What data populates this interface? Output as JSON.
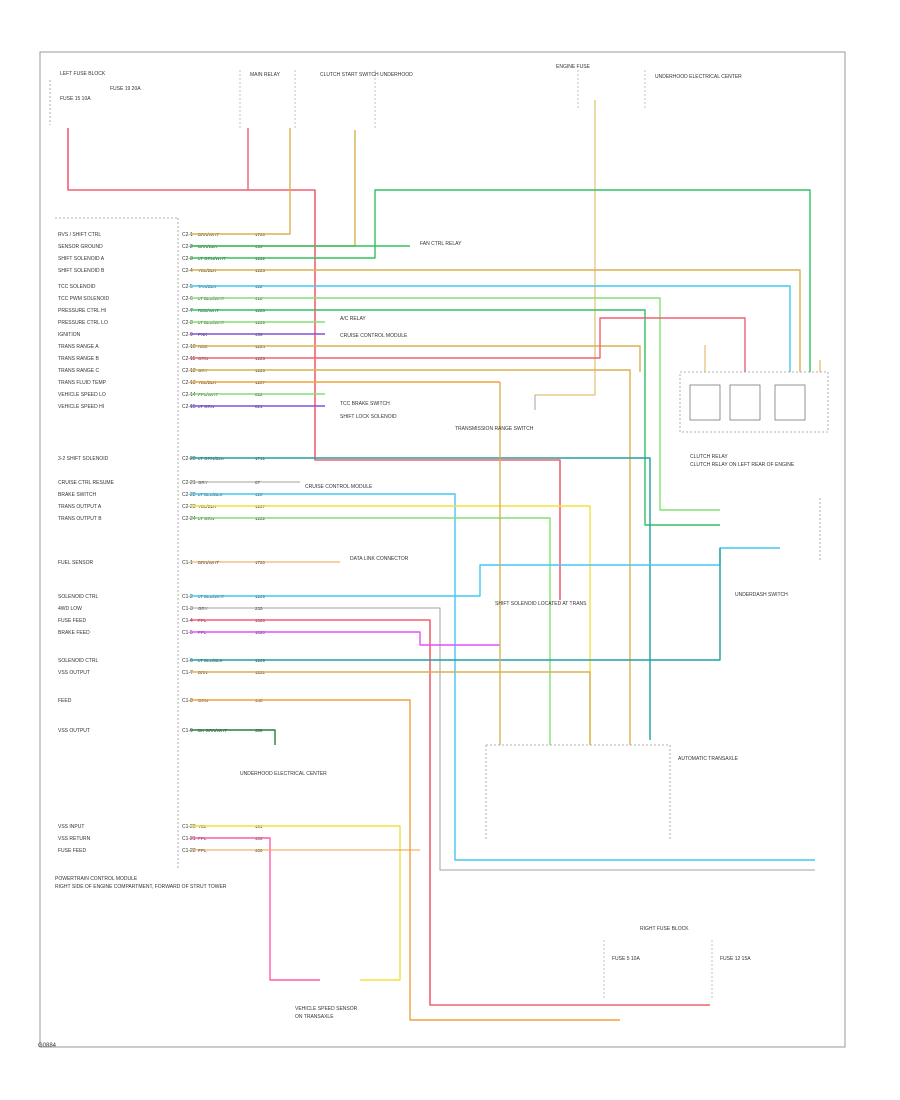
{
  "pcm": {
    "pins": [
      {
        "pin": "C2-1",
        "label": "RVS / SHIFT CTRL",
        "wire": "BRN/WHT",
        "circuit": "1720"
      },
      {
        "pin": "C2-2",
        "label": "SENSOR GROUND",
        "wire": "BRN/BLK",
        "circuit": "459"
      },
      {
        "pin": "C2-3",
        "label": "SHIFT SOLENOID A",
        "wire": "LT GRN/WHT",
        "circuit": "1222"
      },
      {
        "pin": "C2-4",
        "label": "SHIFT SOLENOID B",
        "wire": "YEL/BLK",
        "circuit": "1223"
      },
      {
        "pin": "C2-5",
        "label": "TCC SOLENOID",
        "wire": "TAN/BLK",
        "circuit": "422"
      },
      {
        "pin": "C2-6",
        "label": "TCC PWM SOLENOID",
        "wire": "LT BLU/WHT",
        "circuit": "418"
      },
      {
        "pin": "C2-7",
        "label": "PRESSURE CTRL HI",
        "wire": "RED/WHT",
        "circuit": "1228"
      },
      {
        "pin": "C2-8",
        "label": "PRESSURE CTRL LO",
        "wire": "LT BLU/WHT",
        "circuit": "1229"
      },
      {
        "pin": "C2-9",
        "label": "IGNITION",
        "wire": "PNK",
        "circuit": "439"
      },
      {
        "pin": "C2-10",
        "label": "TRANS RANGE A",
        "wire": "RED",
        "circuit": "1224"
      },
      {
        "pin": "C2-11",
        "label": "TRANS RANGE B",
        "wire": "ORN",
        "circuit": "1225"
      },
      {
        "pin": "C2-12",
        "label": "TRANS RANGE C",
        "wire": "GRY",
        "circuit": "1226"
      },
      {
        "pin": "C2-13",
        "label": "TRANS FLUID TEMP",
        "wire": "YEL/BLK",
        "circuit": "1227"
      },
      {
        "pin": "C2-14",
        "label": "VEHICLE SPEED LO",
        "wire": "PPL/WHT",
        "circuit": "822"
      },
      {
        "pin": "C2-15",
        "label": "VEHICLE SPEED HI",
        "wire": "LT GRN",
        "circuit": "821"
      }
    ],
    "group2": [
      {
        "pin": "C2-20",
        "label": "3-2 SHIFT SOLENOID",
        "wire": "LT GRN/BLK",
        "circuit": "1741"
      },
      {
        "pin": "C2-21",
        "label": "CRUISE CTRL RESUME",
        "wire": "GRY",
        "circuit": "87"
      },
      {
        "pin": "C2-22",
        "label": "BRAKE SWITCH",
        "wire": "LT BLU/BLK",
        "circuit": "420"
      },
      {
        "pin": "C2-23",
        "label": "TRANS OUTPUT A",
        "wire": "YEL/BLK",
        "circuit": "1227"
      },
      {
        "pin": "C2-24",
        "label": "TRANS OUTPUT B",
        "wire": "LT GRN",
        "circuit": "1222"
      }
    ],
    "group3": [
      {
        "pin": "C1-1",
        "label": "FUEL SENSOR",
        "wire": "BRN/WHT",
        "circuit": "1720"
      },
      {
        "pin": "C1-2",
        "label": "SOLENOID CTRL",
        "wire": "LT BLU/WHT",
        "circuit": "1229"
      },
      {
        "pin": "C1-3",
        "label": "4WD LOW",
        "wire": "GRY",
        "circuit": "235"
      },
      {
        "pin": "C1-4",
        "label": "FUSE FEED",
        "wire": "PPL",
        "circuit": "1020"
      },
      {
        "pin": "C1-5",
        "label": "BRAKE FEED",
        "wire": "PPL",
        "circuit": "1020"
      },
      {
        "pin": "C1-6",
        "label": "SOLENOID CTRL",
        "wire": "LT BLU/BLK",
        "circuit": "1229"
      },
      {
        "pin": "C1-7",
        "label": "VSS OUTPUT",
        "wire": "BRN",
        "circuit": "1221"
      },
      {
        "pin": "C1-8",
        "label": "FEED",
        "wire": "ORN",
        "circuit": "440"
      },
      {
        "pin": "C1-9",
        "label": "VSS OUTPUT",
        "wire": "DK GRN/WHT",
        "circuit": "389"
      }
    ],
    "group4": [
      {
        "pin": "C1-20",
        "label": "VSS INPUT",
        "wire": "YEL",
        "circuit": "401"
      },
      {
        "pin": "C1-21",
        "label": "VSS RETURN",
        "wire": "PPL",
        "circuit": "400"
      },
      {
        "pin": "C1-22",
        "label": "FUSE FEED",
        "wire": "PPL",
        "circuit": "400"
      }
    ],
    "box_title": "POWERTRAIN CONTROL MODULE",
    "box_note": "RIGHT SIDE OF ENGINE COMPARTMENT, FORWARD OF STRUT TOWER"
  },
  "top_labels": {
    "fuse_block_left": "LEFT FUSE BLOCK",
    "fuse_left_a": "FUSE 15 10A",
    "fuse_left_b": "FUSE 19 20A",
    "main_relay": "MAIN RELAY",
    "clutch_switch": "CLUTCH START SWITCH",
    "underhood": "UNDERHOOD",
    "engine_fuse": "ENGINE FUSE",
    "underhood_right": "UNDERHOOD ELECTRICAL CENTER"
  },
  "right_labels": {
    "shift_solenoid_note": "SHIFT SOLENOID LOCATED AT TRANS",
    "trans_range": "TRANSMISSION RANGE SWITCH",
    "clutch_relay": "CLUTCH RELAY",
    "relay_note": "CLUTCH RELAY ON LEFT REAR OF ENGINE",
    "underdash_switch": "UNDERDASH SWITCH",
    "trans_connector": "AUTOMATIC TRANSAXLE",
    "fuse_block_bottom": "RIGHT FUSE BLOCK",
    "bottom_left_fuse": "FUSE 5 10A",
    "bottom_right_fuse": "FUSE 12 15A",
    "vss_sensor": "VEHICLE SPEED SENSOR",
    "vss_note": "ON TRANSAXLE"
  },
  "notes": {
    "ac_relay": "A/C RELAY",
    "fan_relay": "FAN CTRL RELAY",
    "cruise_module": "CRUISE CONTROL MODULE",
    "tcc_brake": "TCC BRAKE SWITCH",
    "cruise_ctrl": "CRUISE CONTROL MODULE",
    "shift_lock": "SHIFT LOCK SOLENOID",
    "data_link": "DATA LINK CONNECTOR",
    "underhood_ctr": "UNDERHOOD ELECTRICAL CENTER"
  },
  "colors": {
    "red": "#f06070",
    "pink": "#ff5ca8",
    "magenta": "#e050ff",
    "orange": "#f0a040",
    "tan": "#d8b050",
    "yellow": "#f0e040",
    "green": "#30c060",
    "lightgreen": "#80e070",
    "blue": "#3070e0",
    "lightblue": "#40c8f0",
    "cyan": "#30d0d0",
    "teal": "#20a0a0",
    "purple": "#8050e0",
    "brown": "#a06830",
    "darkgreen": "#208040",
    "gray": "#a0a0a0",
    "black": "#404040"
  },
  "footer": "G0884"
}
